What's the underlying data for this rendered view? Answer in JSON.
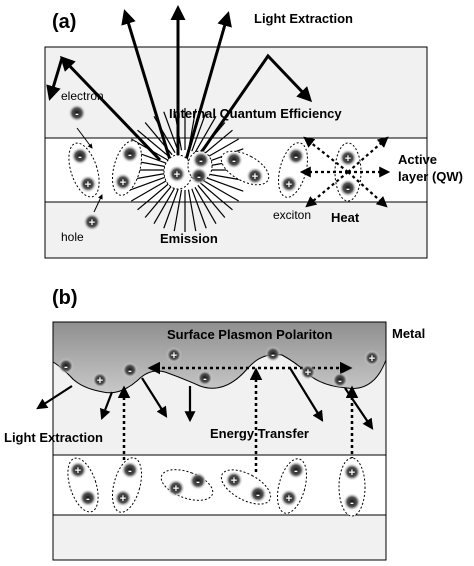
{
  "panel_a": {
    "label": "(a)",
    "light_extraction": "Light Extraction",
    "electron": "electron",
    "internal_quantum_efficiency": "Internal Quantum Efficiency",
    "active_layer": [
      "Active",
      "layer (QW)"
    ],
    "exciton": "exciton",
    "heat": "Heat",
    "hole": "hole",
    "emission": "Emission"
  },
  "panel_b": {
    "label": "(b)",
    "surface_plasmon_polariton": "Surface Plasmon Polariton",
    "metal": "Metal",
    "light_extraction": "Light Extraction",
    "energy_transfer": "Energy Transfer"
  },
  "symbols": {
    "plus": "+",
    "minus": "-"
  },
  "colors": {
    "layer_fill": "#f0f0f0",
    "stroke": "#000000",
    "metal_dark": "#8a8a8a"
  }
}
